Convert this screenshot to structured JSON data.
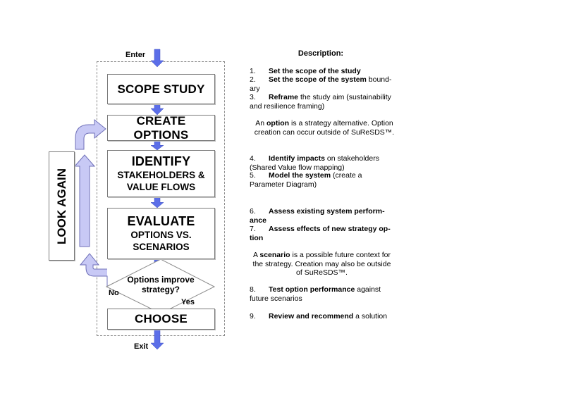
{
  "flow": {
    "enter_label": "Enter",
    "exit_label": "Exit",
    "steps": [
      {
        "title": "SCOPE STUDY"
      },
      {
        "title": "CREATE OPTIONS"
      },
      {
        "title": "IDENTIFY",
        "subtitle_line1": "STAKEHOLDERS &",
        "subtitle_line2": "VALUE FLOWS"
      },
      {
        "title": "EVALUATE",
        "subtitle_line1": "OPTIONS VS.",
        "subtitle_line2": "SCENARIOS"
      },
      {
        "title": "CHOOSE"
      }
    ],
    "decision": {
      "line1": "Options improve",
      "line2": "strategy?",
      "no_label": "No",
      "yes_label": "Yes"
    },
    "loop_label": "LOOK AGAIN",
    "colors": {
      "arrow_fill": "#5b6ee8",
      "loop_arrow_fill": "#c8c9f5",
      "loop_arrow_stroke": "#6f70b8"
    }
  },
  "description": {
    "heading": "Description:",
    "items": [
      {
        "num": "1.",
        "bold": "Set the scope of the study",
        "rest": ""
      },
      {
        "num": "2.",
        "bold": "Set the scope of the system",
        "rest": " bound-ary"
      },
      {
        "num": "3.",
        "bold": "Reframe",
        "rest": " the study aim (sustainability and resilience framing)"
      },
      {
        "num": "4.",
        "bold": "Identify impacts",
        "rest": " on stakeholders (Shared Value flow mapping)"
      },
      {
        "num": "5.",
        "bold": "Model the system",
        "rest": " (create a Parameter Diagram)"
      },
      {
        "num": "6.",
        "bold": "Assess existing system perform-ance",
        "rest": ""
      },
      {
        "num": "7.",
        "bold": "Assess effects of new strategy op-tion",
        "rest": ""
      },
      {
        "num": "8.",
        "bold": "Test option performance",
        "rest": " against future scenarios"
      },
      {
        "num": "9.",
        "bold": "Review and recommend",
        "rest": " a solution"
      }
    ],
    "option_note": {
      "pre": "An ",
      "bold": "option",
      "post": " is a strategy alternative. Option creation can occur outside of SuReSDS™."
    },
    "scenario_note": {
      "pre": "A ",
      "bold": "scenario",
      "post": " is a possible future context for the strategy. Creation may also be outside of SuReSDS™."
    }
  }
}
